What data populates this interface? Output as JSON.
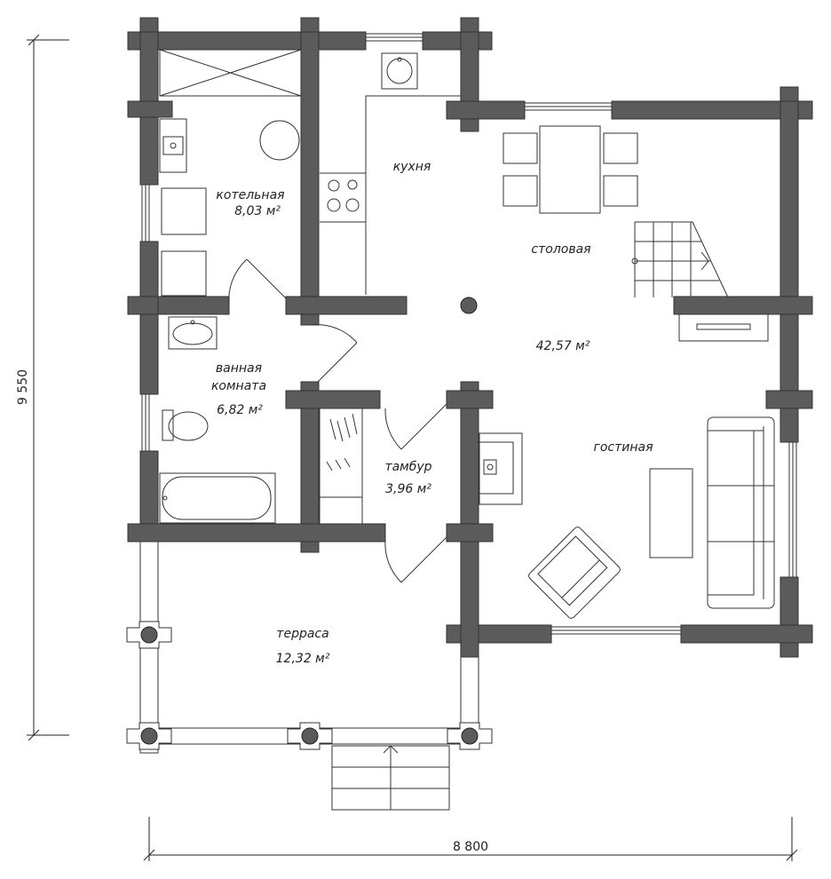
{
  "rooms": {
    "boiler": {
      "name": "котельная",
      "area": "8,03 м²"
    },
    "kitchen": {
      "name": "кухня"
    },
    "dining": {
      "name": "столовая",
      "area": "42,57 м²"
    },
    "bathroom": {
      "name_line1": "ванная",
      "name_line2": "комната",
      "area": "6,82 м²"
    },
    "vestibule": {
      "name": "тамбур",
      "area": "3,96 м²"
    },
    "living": {
      "name": "гостиная"
    },
    "terrace": {
      "name": "терраса",
      "area": "12,32 м²"
    }
  },
  "dimensions": {
    "height": "9 550",
    "width": "8 800"
  },
  "colors": {
    "wall": "#5b5b5b",
    "line": "#333333",
    "background": "#ffffff"
  }
}
